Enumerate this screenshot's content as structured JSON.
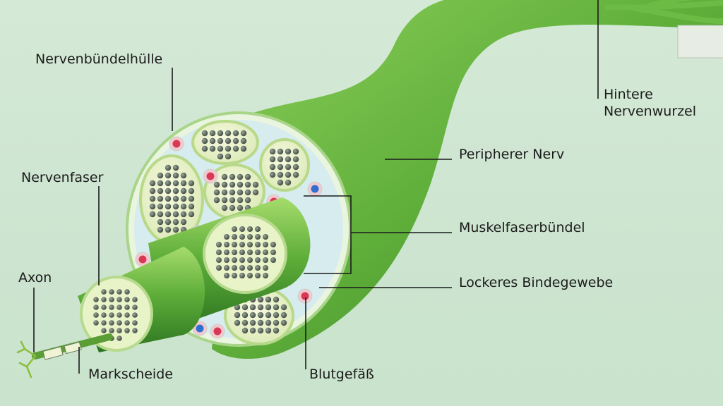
{
  "labels": {
    "nervenbuendelhuelle": "Nervenbündelhülle",
    "hintere_nervenwurzel": "Hintere Nervenwurzel",
    "peripherer_nerv": "Peripherer Nerv",
    "nervenfaser": "Nervenfaser",
    "muskelfaserbuendel": "Muskelfaserbündel",
    "axon": "Axon",
    "lockeres_bindegewebe": "Lockeres Bindegewebe",
    "markscheide": "Markscheide",
    "blutgefaess": "Blutgefäß"
  },
  "colors": {
    "background": "#cfe6d2",
    "nerve_green": "#5fae3a",
    "nerve_dark": "#2f7d22",
    "sheath_pale": "#e7f3d8",
    "fascicle_fill": "#eef5cf",
    "fiber_dot": "#5d6b5f",
    "artery_red": "#d83a55",
    "vein_blue": "#2f6fcf",
    "loose_tissue": "#d9eef0"
  }
}
